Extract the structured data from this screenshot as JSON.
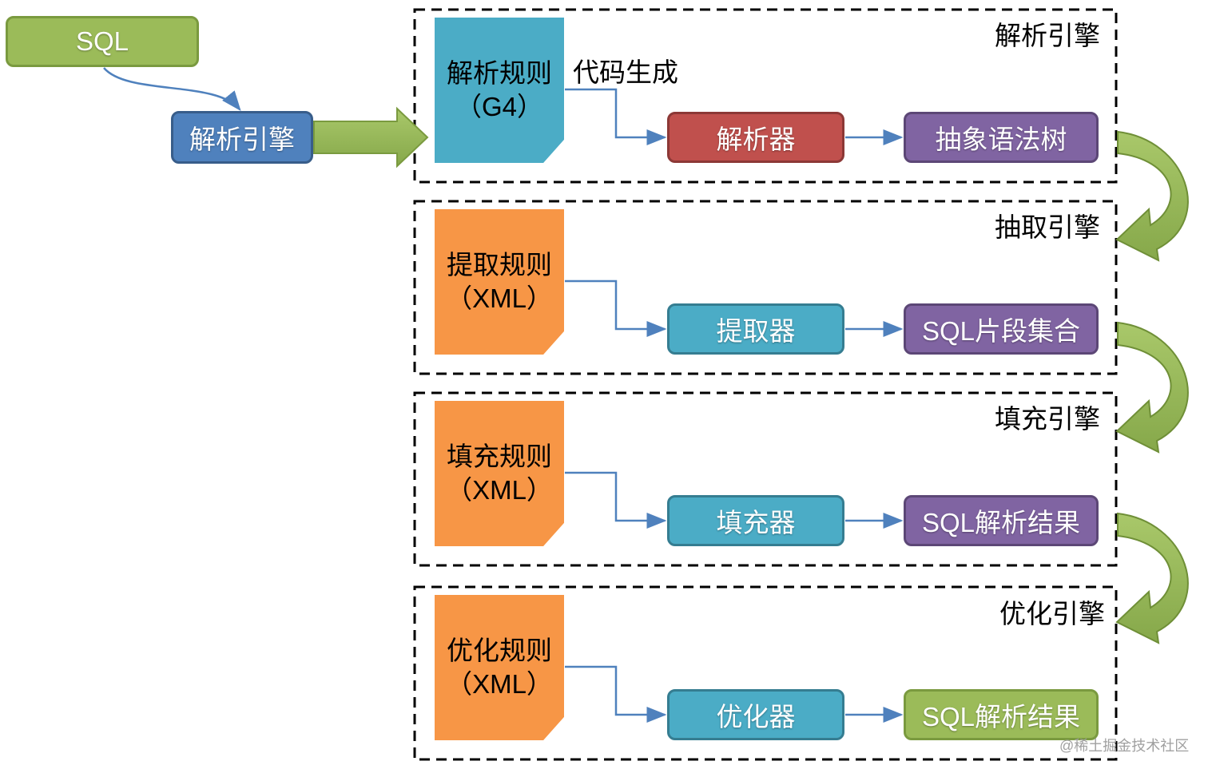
{
  "source_box": {
    "label": "SQL"
  },
  "entry_box": {
    "label": "解析引擎"
  },
  "codegen_note": "代码生成",
  "engines": [
    {
      "name": "解析引擎",
      "rule": {
        "line1": "解析规则",
        "line2": "（G4）",
        "color": "#4bacc6"
      },
      "processor": {
        "label": "解析器",
        "color": "#c0504d"
      },
      "output": {
        "label": "抽象语法树",
        "color": "#8064a2"
      }
    },
    {
      "name": "抽取引擎",
      "rule": {
        "line1": "提取规则",
        "line2": "（XML）",
        "color": "#f79646"
      },
      "processor": {
        "label": "提取器",
        "color": "#4bacc6"
      },
      "output": {
        "label": "SQL片段集合",
        "color": "#8064a2"
      }
    },
    {
      "name": "填充引擎",
      "rule": {
        "line1": "填充规则",
        "line2": "（XML）",
        "color": "#f79646"
      },
      "processor": {
        "label": "填充器",
        "color": "#4bacc6"
      },
      "output": {
        "label": "SQL解析结果",
        "color": "#8064a2"
      }
    },
    {
      "name": "优化引擎",
      "rule": {
        "line1": "优化规则",
        "line2": "（XML）",
        "color": "#f79646"
      },
      "processor": {
        "label": "优化器",
        "color": "#4bacc6"
      },
      "output": {
        "label": "SQL解析结果",
        "color": "#9bbb59"
      }
    }
  ],
  "watermark": "@稀土掘金技术社区"
}
